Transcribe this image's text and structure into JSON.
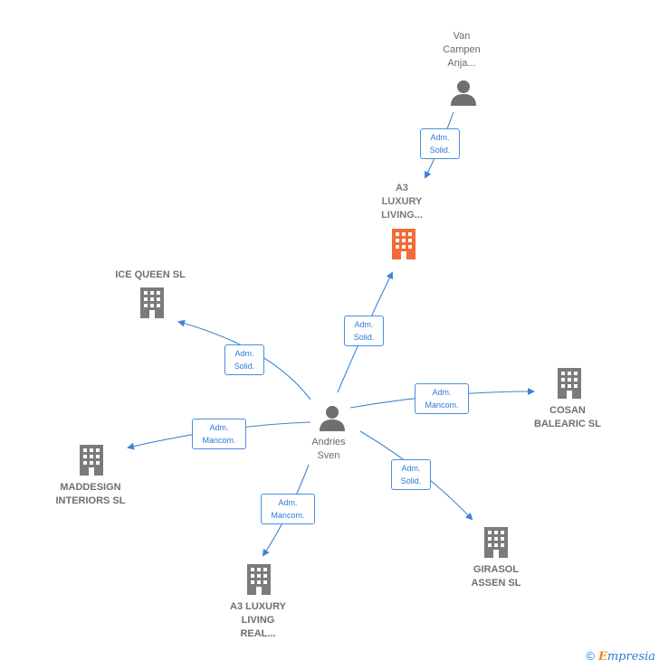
{
  "colors": {
    "edge": "#3d84d8",
    "company_icon": "#7b7b7b",
    "focus_icon": "#f26a35",
    "person_icon": "#6f6f6f",
    "role_text": "#2f7ad6"
  },
  "nodes": {
    "van_campen": {
      "label": "Van\nCampen\nAnja...",
      "kind": "person",
      "icon": "person-icon"
    },
    "a3_luxury_living": {
      "label": "A3\nLUXURY\nLIVING...",
      "kind": "company",
      "focus": true,
      "icon": "building-icon"
    },
    "ice_queen": {
      "label": "ICE QUEEN  SL",
      "kind": "company",
      "icon": "building-icon"
    },
    "andries_sven": {
      "label": "Andries\nSven",
      "kind": "person",
      "icon": "person-icon"
    },
    "cosan_balearic": {
      "label": "COSAN\nBALEARIC  SL",
      "kind": "company",
      "icon": "building-icon"
    },
    "maddesign": {
      "label": "MADDESIGN\nINTERIORS  SL",
      "kind": "company",
      "icon": "building-icon"
    },
    "girasol_assen": {
      "label": "GIRASOL\nASSEN  SL",
      "kind": "company",
      "icon": "building-icon"
    },
    "a3_luxury_living_real": {
      "label": "A3 LUXURY\nLIVING\nREAL...",
      "kind": "company",
      "icon": "building-icon"
    }
  },
  "edges": [
    {
      "from": "van_campen",
      "to": "a3_luxury_living",
      "role": [
        "Adm.",
        "Solid."
      ]
    },
    {
      "from": "andries_sven",
      "to": "a3_luxury_living",
      "role": [
        "Adm.",
        "Solid."
      ]
    },
    {
      "from": "andries_sven",
      "to": "ice_queen",
      "role": [
        "Adm.",
        "Solid."
      ]
    },
    {
      "from": "andries_sven",
      "to": "cosan_balearic",
      "role": [
        "Adm.",
        "Mancom."
      ]
    },
    {
      "from": "andries_sven",
      "to": "maddesign",
      "role": [
        "Adm.",
        "Mancom."
      ]
    },
    {
      "from": "andries_sven",
      "to": "girasol_assen",
      "role": [
        "Adm.",
        "Solid."
      ]
    },
    {
      "from": "andries_sven",
      "to": "a3_luxury_living_real",
      "role": [
        "Adm.",
        "Mancom."
      ]
    }
  ],
  "footer": {
    "copyright": "©",
    "brand_initial": "E",
    "brand_rest": "mpresia"
  }
}
